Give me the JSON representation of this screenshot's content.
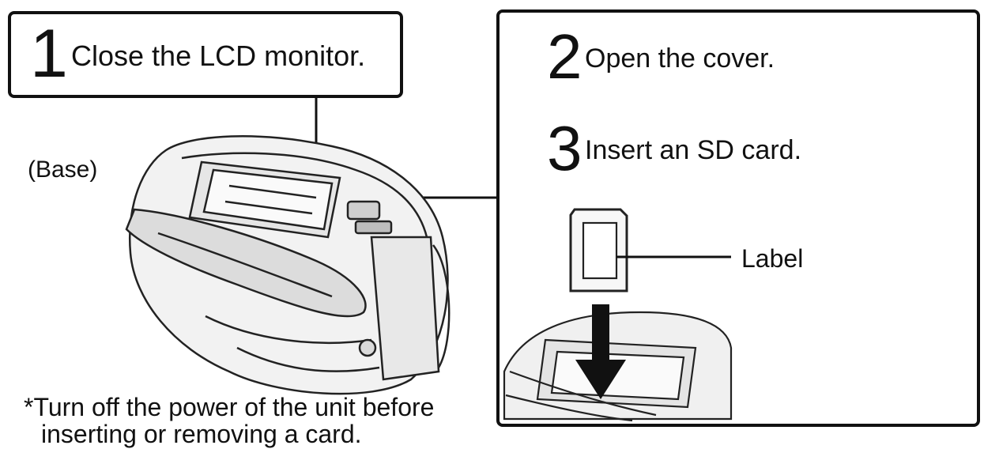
{
  "steps": [
    {
      "number": "1",
      "text": "Close the LCD monitor."
    },
    {
      "number": "2",
      "text": "Open the cover."
    },
    {
      "number": "3",
      "text": "Insert an SD card."
    }
  ],
  "labels": {
    "base": "(Base)",
    "label": "Label"
  },
  "note": {
    "line1": "*Turn off the power of the unit before",
    "line2": "inserting or removing a card."
  }
}
